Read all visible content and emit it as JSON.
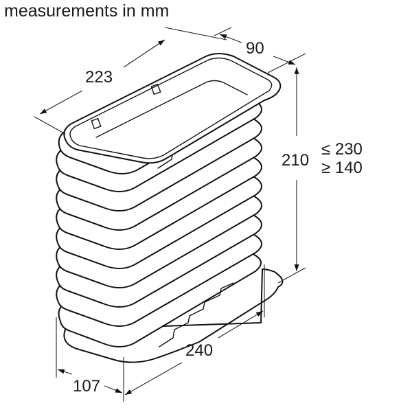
{
  "title": "measurements in mm",
  "dimensions": {
    "length_top": "223",
    "depth_top": "90",
    "height": "210",
    "height_max": "≤ 230",
    "height_min": "≥ 140",
    "length_bottom": "240",
    "depth_bottom": "107"
  },
  "drawing": {
    "subject": "flexible-duct-bellows",
    "line_color": "#111111",
    "background": "#ffffff"
  }
}
